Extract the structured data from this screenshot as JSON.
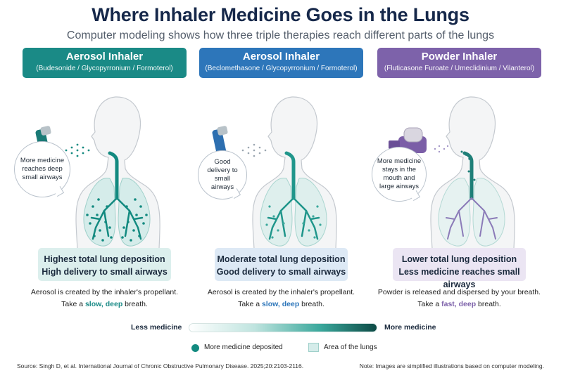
{
  "title": "Where Inhaler Medicine Goes in the Lungs",
  "subtitle": "Computer modeling shows how three triple therapies reach different parts of the lungs",
  "panels": [
    {
      "title": "Aerosol Inhaler",
      "drugs": "(Budesonide / Glycopyrronium / Formoterol)",
      "accent": "#1a8a86",
      "bubble": "More medicine reaches deep small airways",
      "summary_line1": "Highest total lung deposition",
      "summary_line2": "High delivery to small airways",
      "summary_bg": "#dcefed",
      "note_line1": "Aerosol is created by the inhaler's propellant.",
      "note_pre": "Take a ",
      "note_emphasis": "slow, deep",
      "note_post": " breath."
    },
    {
      "title": "Aerosol Inhaler",
      "drugs": "(Beclomethasone / Glycopyrronium / Formoterol)",
      "accent": "#2d76ba",
      "bubble": "Good delivery to small airways",
      "summary_line1": "Moderate total lung deposition",
      "summary_line2": "Good delivery to small airways",
      "summary_bg": "#dde9f5",
      "note_line1": "Aerosol is created by the inhaler's propellant.",
      "note_pre": "Take a ",
      "note_emphasis": "slow, deep",
      "note_post": " breath."
    },
    {
      "title": "Powder Inhaler",
      "drugs": "(Fluticasone Furoate / Umeclidinium / Vilanterol)",
      "accent": "#7d62aa",
      "bubble": "More medicine stays in the mouth and large airways",
      "summary_line1": "Lower total lung deposition",
      "summary_line2": "Less medicine reaches small airways",
      "summary_bg": "#ebe5f3",
      "note_line1": "Powder is released and dispersed by your breath.",
      "note_pre": "Take a ",
      "note_emphasis": "fast, deep",
      "note_post": " breath."
    }
  ],
  "scale": {
    "low": "Less medicine",
    "high": "More medicine"
  },
  "legend": {
    "deposited": "More medicine deposited",
    "area": "Area of the lungs"
  },
  "source": "Source: Singh D, et al. International Journal of Chronic Obstructive Pulmonary Disease. 2025;20:2103-2116.",
  "footnote": "Note: Images are simplified illustrations based on computer modeling.",
  "colors": {
    "title": "#16284a",
    "teal": "#1a8a86",
    "blue": "#2d76ba",
    "purple": "#7d62aa"
  }
}
